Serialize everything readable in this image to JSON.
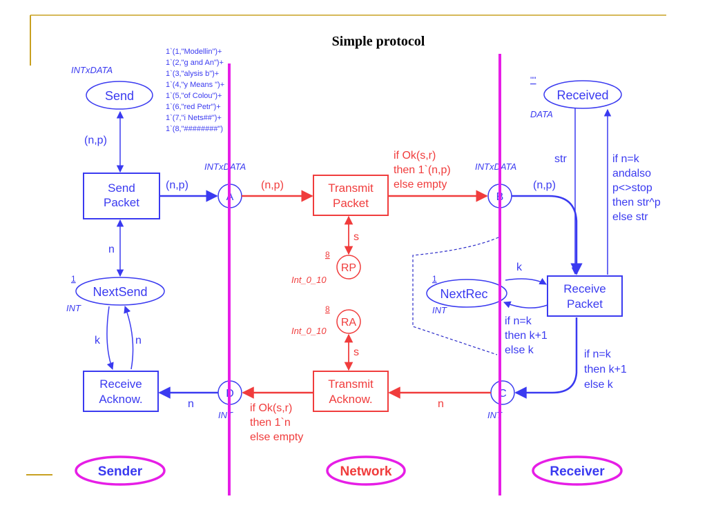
{
  "title": "Simple protocol",
  "colors": {
    "blue": "#3a3af0",
    "red": "#f03c3c",
    "magenta": "#e61ee6",
    "gold": "#c8a020",
    "dashed": "#2828c8"
  },
  "places": {
    "send": {
      "label": "Send",
      "type": "INTxDATA"
    },
    "received": {
      "label": "Received",
      "type": "DATA",
      "marking": "\"\""
    },
    "a": {
      "label": "A",
      "type": "INTxDATA"
    },
    "b": {
      "label": "B",
      "type": "INTxDATA"
    },
    "c": {
      "label": "C",
      "type": "INT"
    },
    "d": {
      "label": "D",
      "type": "INT"
    },
    "rp": {
      "label": "RP",
      "type": "Int_0_10",
      "marking": "8"
    },
    "ra": {
      "label": "RA",
      "type": "Int_0_10",
      "marking": "8"
    },
    "nextsend": {
      "label": "NextSend",
      "type": "INT",
      "marking": "1"
    },
    "nextrec": {
      "label": "NextRec",
      "type": "INT",
      "marking": "1"
    }
  },
  "initial_marking": [
    "1`(1,\"Modellin\")+",
    "1`(2,\"g and An\")+",
    "1`(3,\"alysis b\")+",
    "1`(4,\"y Means \")+",
    "1`(5,\"of Colou\")+",
    "1`(6,\"red Petr\")+",
    "1`(7,\"i Nets##\")+",
    "1`(8,\"########\")"
  ],
  "transitions": {
    "send_packet": [
      "Send",
      "Packet"
    ],
    "transmit_packet": [
      "Transmit",
      "Packet"
    ],
    "receive_packet": [
      "Receive",
      "Packet"
    ],
    "transmit_ack": [
      "Transmit",
      "Acknow."
    ],
    "receive_ack": [
      "Receive",
      "Acknow."
    ]
  },
  "arcs": {
    "send_np": "(n,p)",
    "sendpacket_a": "(n,p)",
    "a_transmit": "(n,p)",
    "sendpacket_nextsend": "n",
    "nextsend_k": "k",
    "nextsend_n": "n",
    "transmit_rp": "s",
    "ra_transmit": "s",
    "b_receive": "(n,p)",
    "received_str": "str",
    "nextrec_k": "k",
    "c_transmit": "n",
    "d_receive": "n",
    "transmit_packet_out": [
      "if Ok(s,r)",
      "then 1`(n,p)",
      "else empty"
    ],
    "receive_received": [
      "if n=k",
      "andalso",
      "p<>stop",
      "then str^p",
      "else str"
    ],
    "receive_nextrec": [
      "if n=k",
      "then k+1",
      "else k"
    ],
    "receive_c": [
      "if n=k",
      "then k+1",
      "else k"
    ],
    "transmit_ack_out": [
      "if Ok(s,r)",
      "then 1`n",
      "else empty"
    ]
  },
  "regions": {
    "sender": "Sender",
    "network": "Network",
    "receiver": "Receiver"
  }
}
